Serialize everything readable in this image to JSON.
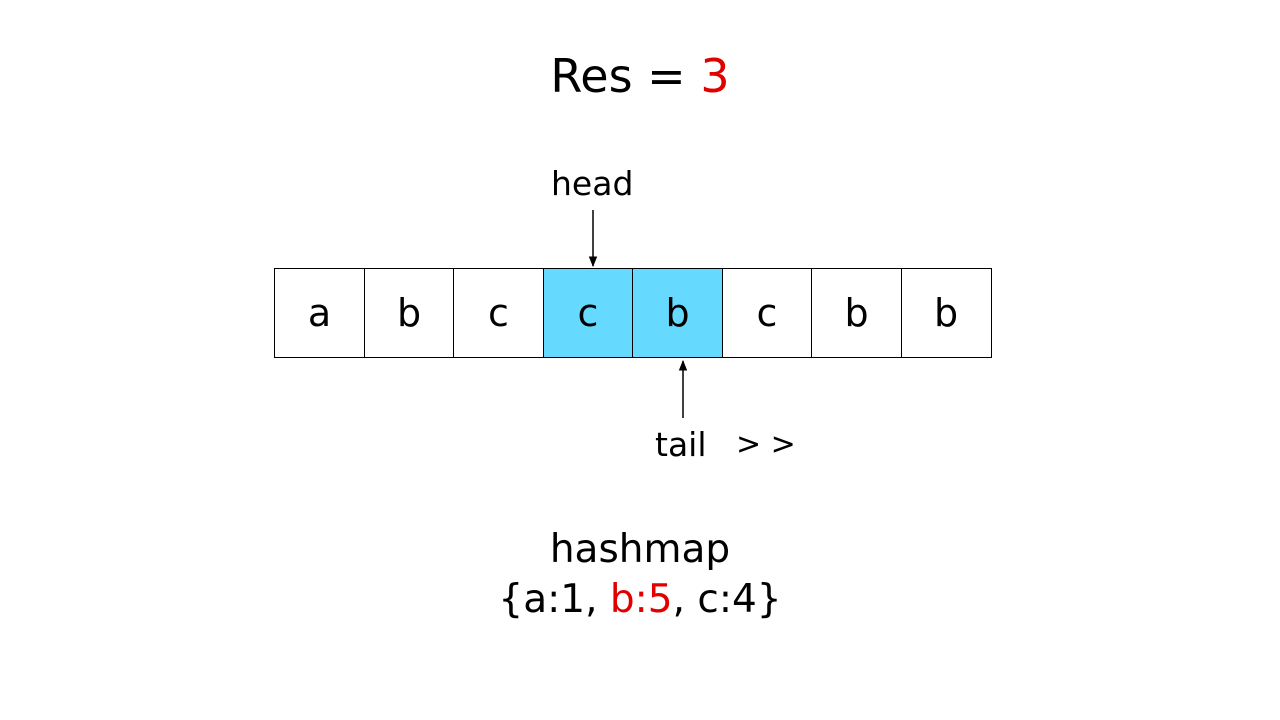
{
  "result": {
    "label": "Res = ",
    "value": "3",
    "value_color": "#e00000"
  },
  "pointers": {
    "head": "head",
    "tail": "tail",
    "move_hint": "> >"
  },
  "array": {
    "cells": [
      {
        "char": "a",
        "highlighted": false
      },
      {
        "char": "b",
        "highlighted": false
      },
      {
        "char": "c",
        "highlighted": false
      },
      {
        "char": "c",
        "highlighted": true
      },
      {
        "char": "b",
        "highlighted": true
      },
      {
        "char": "c",
        "highlighted": false
      },
      {
        "char": "b",
        "highlighted": false
      },
      {
        "char": "b",
        "highlighted": false
      }
    ],
    "highlight_color": "#66d9ff",
    "head_index": 3,
    "tail_index": 4
  },
  "hashmap": {
    "title": "hashmap",
    "open": "{",
    "entries": [
      {
        "text": "a:1",
        "highlighted": false
      },
      {
        "text": "b:5",
        "highlighted": true
      },
      {
        "text": "c:4",
        "highlighted": false
      }
    ],
    "separator": ", ",
    "close": "}"
  }
}
